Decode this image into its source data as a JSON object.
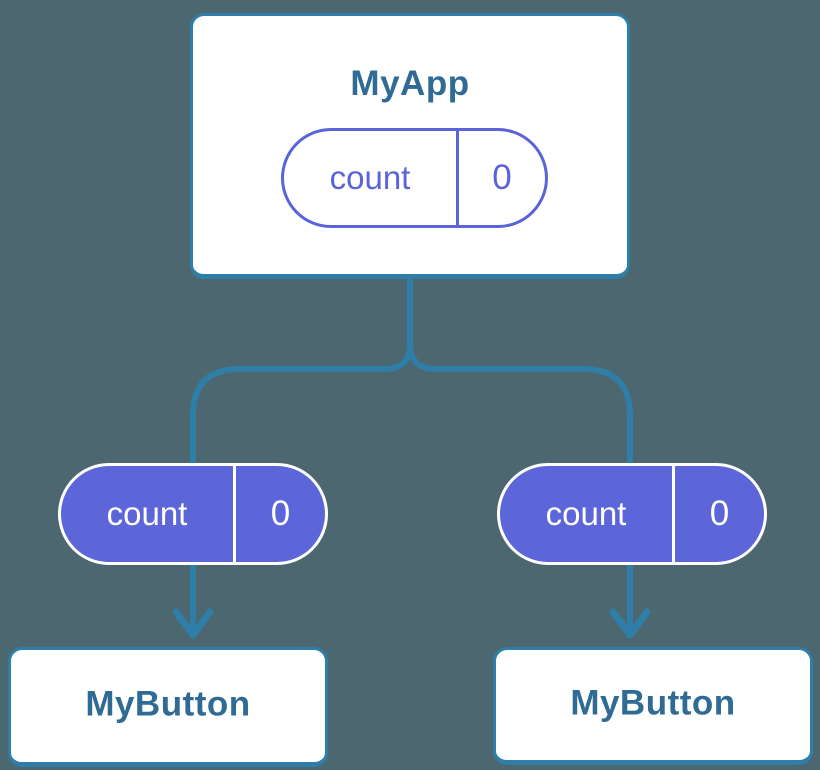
{
  "colors": {
    "background": "#4d6770",
    "connector_blue": "#2e7ea8",
    "node_title_blue": "#2f6b94",
    "state_purple_outline": "#5a64d8",
    "state_purple_fill": "#5c66d8",
    "card_background": "#ffffff",
    "filled_pill_text": "#ffffff"
  },
  "root_card": {
    "title": "MyApp",
    "state_pill": {
      "label": "count",
      "value": "0"
    }
  },
  "children": [
    {
      "card_title": "MyButton",
      "prop_pill": {
        "label": "count",
        "value": "0"
      }
    },
    {
      "card_title": "MyButton",
      "prop_pill": {
        "label": "count",
        "value": "0"
      }
    }
  ]
}
